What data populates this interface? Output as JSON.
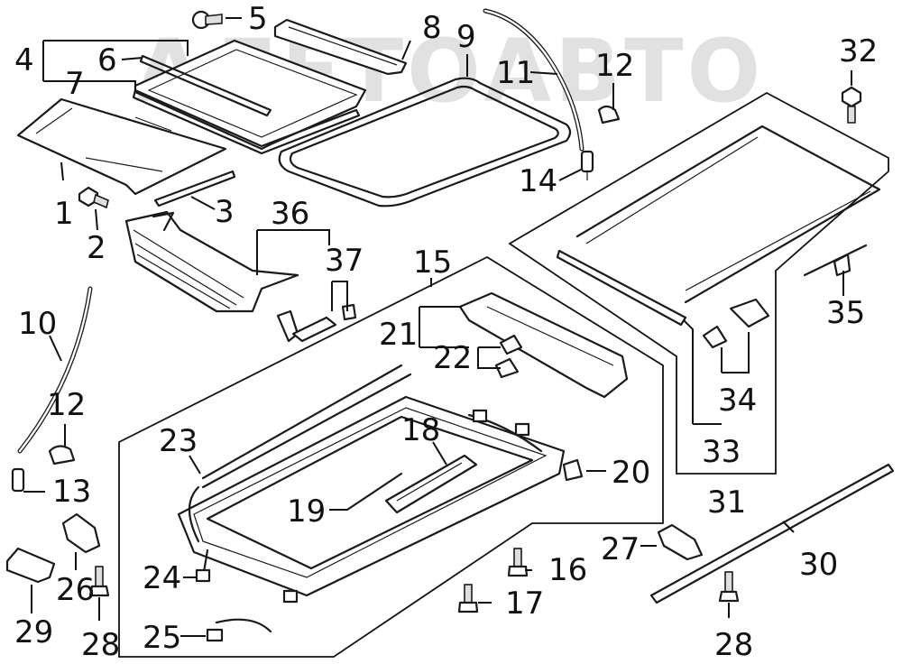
{
  "watermark": "АЛЕТОАВТО",
  "callouts": [
    {
      "id": "c1",
      "text": "1"
    },
    {
      "id": "c2",
      "text": "2"
    },
    {
      "id": "c3",
      "text": "3"
    },
    {
      "id": "c4",
      "text": "4"
    },
    {
      "id": "c5",
      "text": "5"
    },
    {
      "id": "c6",
      "text": "6"
    },
    {
      "id": "c7",
      "text": "7"
    },
    {
      "id": "c8",
      "text": "8"
    },
    {
      "id": "c9",
      "text": "9"
    },
    {
      "id": "c10",
      "text": "10"
    },
    {
      "id": "c11",
      "text": "11"
    },
    {
      "id": "c12a",
      "text": "12"
    },
    {
      "id": "c12b",
      "text": "12"
    },
    {
      "id": "c13",
      "text": "13"
    },
    {
      "id": "c14",
      "text": "14"
    },
    {
      "id": "c15",
      "text": "15"
    },
    {
      "id": "c16",
      "text": "16"
    },
    {
      "id": "c17",
      "text": "17"
    },
    {
      "id": "c18",
      "text": "18"
    },
    {
      "id": "c19",
      "text": "19"
    },
    {
      "id": "c20",
      "text": "20"
    },
    {
      "id": "c21",
      "text": "21"
    },
    {
      "id": "c22",
      "text": "22"
    },
    {
      "id": "c23",
      "text": "23"
    },
    {
      "id": "c24",
      "text": "24"
    },
    {
      "id": "c25",
      "text": "25"
    },
    {
      "id": "c26",
      "text": "26"
    },
    {
      "id": "c27",
      "text": "27"
    },
    {
      "id": "c28a",
      "text": "28"
    },
    {
      "id": "c28b",
      "text": "28"
    },
    {
      "id": "c29",
      "text": "29"
    },
    {
      "id": "c30",
      "text": "30"
    },
    {
      "id": "c31",
      "text": "31"
    },
    {
      "id": "c32",
      "text": "32"
    },
    {
      "id": "c33",
      "text": "33"
    },
    {
      "id": "c34",
      "text": "34"
    },
    {
      "id": "c35",
      "text": "35"
    },
    {
      "id": "c36",
      "text": "36"
    },
    {
      "id": "c37",
      "text": "37"
    }
  ]
}
